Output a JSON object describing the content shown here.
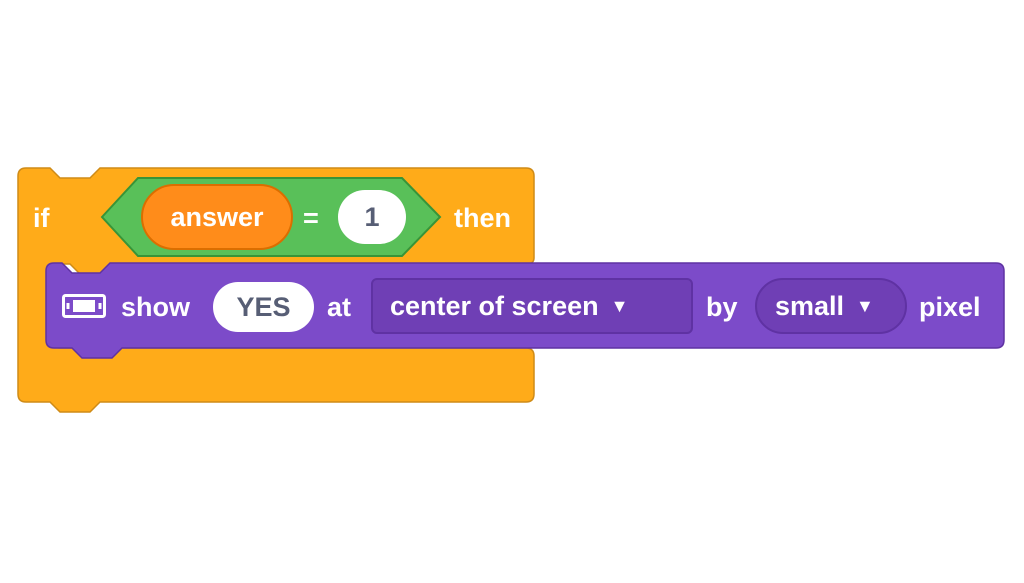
{
  "if_block": {
    "keyword_if": "if",
    "keyword_then": "then",
    "condition": {
      "reporter": "answer",
      "operator": "=",
      "value": "1"
    }
  },
  "show_block": {
    "icon": "led-display-icon",
    "label_show": "show",
    "text_value": "YES",
    "label_at": "at",
    "position_dropdown": "center of screen",
    "label_by": "by",
    "size_dropdown": "small",
    "label_pixel": "pixel",
    "dropdown_arrow": "▼"
  },
  "colors": {
    "control": "#ffab19",
    "operator": "#59c059",
    "sensing_reporter": "#ff8c1a",
    "extension": "#7c4bc9"
  }
}
